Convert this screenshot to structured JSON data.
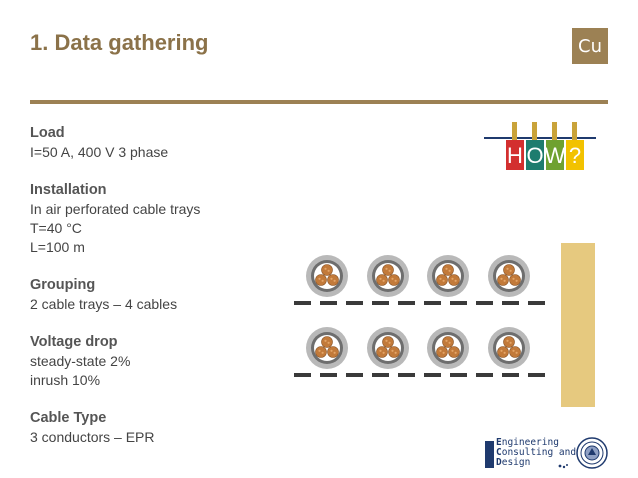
{
  "slide": {
    "title": "1. Data gathering",
    "badge": "Cu"
  },
  "sections": [
    {
      "title": "Load",
      "lines": [
        "I=50 A, 400 V 3 phase"
      ]
    },
    {
      "title": "Installation",
      "lines": [
        "In air perforated cable trays",
        "T=40 °C",
        "L=100 m"
      ]
    },
    {
      "title": "Grouping",
      "lines": [
        "2 cable trays – 4 cables"
      ]
    },
    {
      "title": "Voltage drop",
      "lines": [
        "steady-state 2%",
        "inrush 10%"
      ]
    },
    {
      "title": "Cable Type",
      "lines": [
        "3 conductors – EPR"
      ]
    }
  ],
  "how_graphic": {
    "letters": [
      "H",
      "O",
      "W",
      "?"
    ],
    "colors": [
      "#D32F2F",
      "#1E7C6E",
      "#6FA130",
      "#F2C200"
    ]
  },
  "footer_logo": {
    "lines": [
      {
        "initial": "E",
        "rest": "ngineering"
      },
      {
        "initial": "C",
        "rest": "onsulting and"
      },
      {
        "initial": "D",
        "rest": "esign"
      }
    ]
  }
}
